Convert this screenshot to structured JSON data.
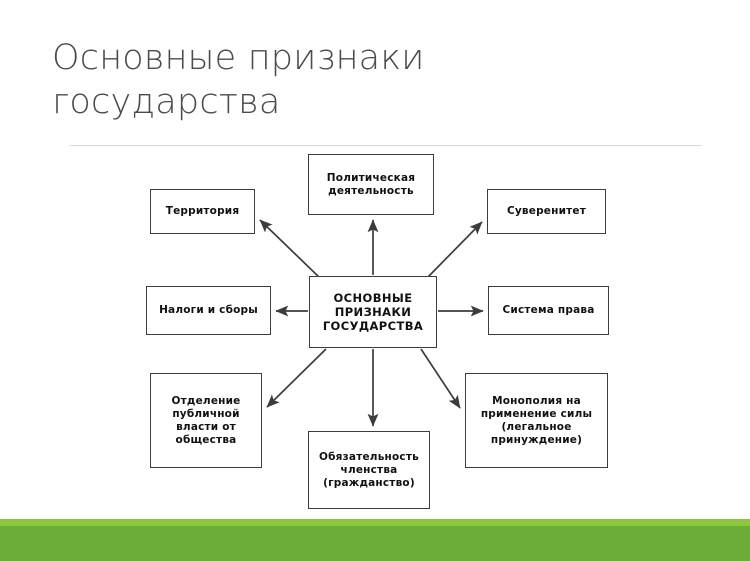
{
  "slide": {
    "title": "Основные признаки\nгосударства",
    "background_color": "#ffffff",
    "accent_color_light": "#8cc63e",
    "accent_color_main": "#6cae3a",
    "divider_color": "#d8d8d8",
    "title_color": "#4b4b4f"
  },
  "diagram": {
    "type": "radial-concept-map",
    "center": {
      "id": "center",
      "label": "ОСНОВНЫЕ\nПРИЗНАКИ\nГОСУДАРСТВА"
    },
    "nodes": [
      {
        "id": "political",
        "label": "Политическая\nдеятельность",
        "position": "top"
      },
      {
        "id": "territory",
        "label": "Территория",
        "position": "top-left"
      },
      {
        "id": "sovereignty",
        "label": "Суверенитет",
        "position": "top-right"
      },
      {
        "id": "taxes",
        "label": "Налоги и сборы",
        "position": "left"
      },
      {
        "id": "law",
        "label": "Система права",
        "position": "right"
      },
      {
        "id": "separation",
        "label": "Отделение\nпубличной\nвласти от\nобщества",
        "position": "bottom-left"
      },
      {
        "id": "membership",
        "label": "Обязательность\nчленства\n(гражданство)",
        "position": "bottom"
      },
      {
        "id": "monopoly",
        "label": "Монополия на\nприменение силы\n(легальное\nпринуждение)",
        "position": "bottom-right"
      }
    ],
    "edges": [
      {
        "from": "center",
        "to": "political",
        "style": "arrow"
      },
      {
        "from": "center",
        "to": "territory",
        "style": "arrow"
      },
      {
        "from": "center",
        "to": "sovereignty",
        "style": "arrow"
      },
      {
        "from": "center",
        "to": "taxes",
        "style": "arrow"
      },
      {
        "from": "center",
        "to": "law",
        "style": "arrow"
      },
      {
        "from": "center",
        "to": "separation",
        "style": "arrow"
      },
      {
        "from": "center",
        "to": "membership",
        "style": "arrow"
      },
      {
        "from": "center",
        "to": "monopoly",
        "style": "arrow"
      }
    ],
    "line_color": "#3c3c3c"
  }
}
